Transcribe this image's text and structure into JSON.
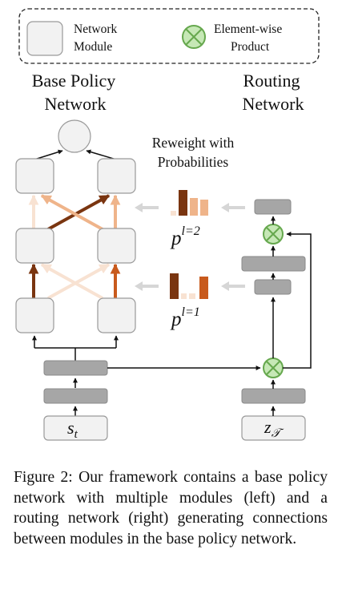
{
  "legend": {
    "module_label_line1": "Network",
    "module_label_line2": "Module",
    "product_label_line1": "Element-wise",
    "product_label_line2": "Product"
  },
  "titles": {
    "base_line1": "Base Policy",
    "base_line2": "Network",
    "routing_line1": "Routing",
    "routing_line2": "Network"
  },
  "reweight": {
    "line1": "Reweight with",
    "line2": "Probabilities"
  },
  "probabilities": {
    "p2": {
      "base": "p",
      "superscript": "l=2"
    },
    "p1": {
      "base": "p",
      "superscript": "l=1"
    }
  },
  "inputs": {
    "state": {
      "base": "s",
      "subscript": "t"
    },
    "task": {
      "base": "z",
      "subscript": "𝒯"
    }
  },
  "caption": "Figure 2: Our framework contains a base policy network with multiple modules (left) and a routing network (right) generating connections between modules in the base policy network.",
  "colors": {
    "module_fill": "#f2f2f2",
    "module_stroke": "#9a9a9a",
    "layer_fill": "#a6a6a6",
    "product_fill": "#c6e8b6",
    "product_stroke": "#66a84e",
    "dark_brown": "#7a3510",
    "mid_orange": "#c85a1c",
    "light_peach": "#efb48a",
    "pale_peach": "#f8e2d2",
    "gray_arrow": "#d6d6d6"
  }
}
